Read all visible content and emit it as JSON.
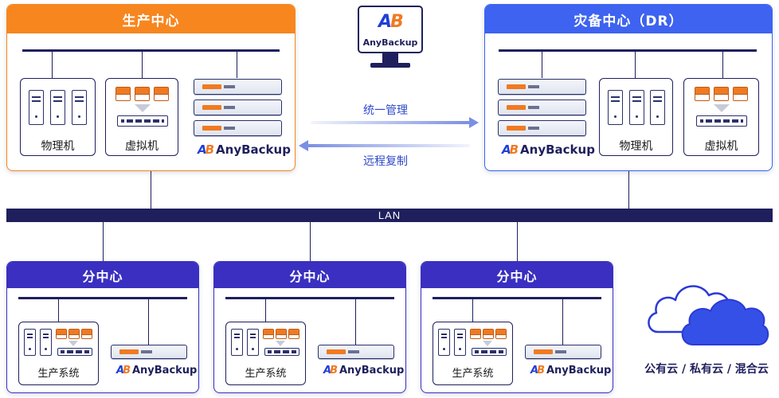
{
  "production_center": {
    "title": "生产中心",
    "physical_label": "物理机",
    "virtual_label": "虚拟机",
    "brand": "AnyBackup"
  },
  "dr_center": {
    "title": "灾备中心（DR）",
    "physical_label": "物理机",
    "virtual_label": "虚拟机",
    "brand": "AnyBackup"
  },
  "console": {
    "brand": "AnyBackup"
  },
  "flows": {
    "management": "统一管理",
    "replication": "远程复制"
  },
  "lan": {
    "label": "LAN"
  },
  "branches": [
    {
      "title": "分中心",
      "system_label": "生产系统",
      "brand": "AnyBackup"
    },
    {
      "title": "分中心",
      "system_label": "生产系统",
      "brand": "AnyBackup"
    },
    {
      "title": "分中心",
      "system_label": "生产系统",
      "brand": "AnyBackup"
    }
  ],
  "cloud": {
    "label": "公有云 / 私有云 / 混合云"
  },
  "colors": {
    "production_accent": "#f7861f",
    "dr_accent": "#3d63f0",
    "branch_accent": "#3a2fc0",
    "navy": "#1e1f5c"
  }
}
